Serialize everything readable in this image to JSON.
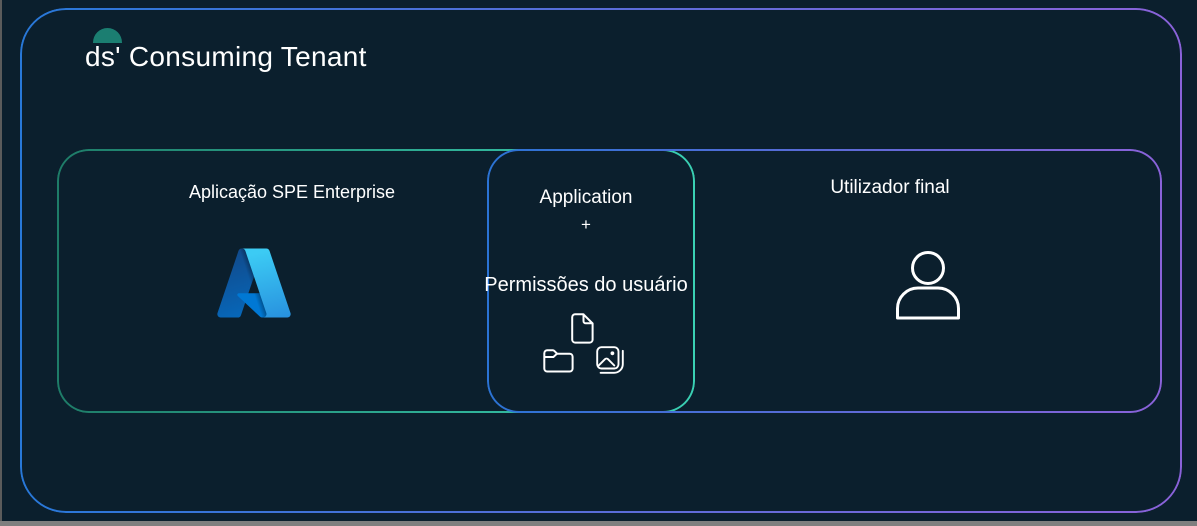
{
  "title": {
    "text": "ds' Consuming Tenant"
  },
  "regions": {
    "enterprise_app": {
      "label": "Aplicação SPE Enterprise",
      "icon": "azure-logo-icon"
    },
    "overlap": {
      "line1": "Application",
      "plus": "+",
      "line2": "Permissões do usuário",
      "icons": [
        "document-icon",
        "folder-icon",
        "image-icon"
      ]
    },
    "end_user": {
      "label": "Utilizador final",
      "icon": "person-icon"
    }
  },
  "colors": {
    "background": "#0b1f2d",
    "text": "#ffffff",
    "outer_border_start": "#2878d8",
    "outer_border_end": "#8a62d9",
    "enterprise_border_start": "#1e7c68",
    "enterprise_border_end": "#3ad0b3",
    "enduser_border_start": "#2b73d4",
    "enduser_border_end": "#8a62d9",
    "tenant_dome": "#1b7e71",
    "azure_blue": "#0078d4"
  }
}
